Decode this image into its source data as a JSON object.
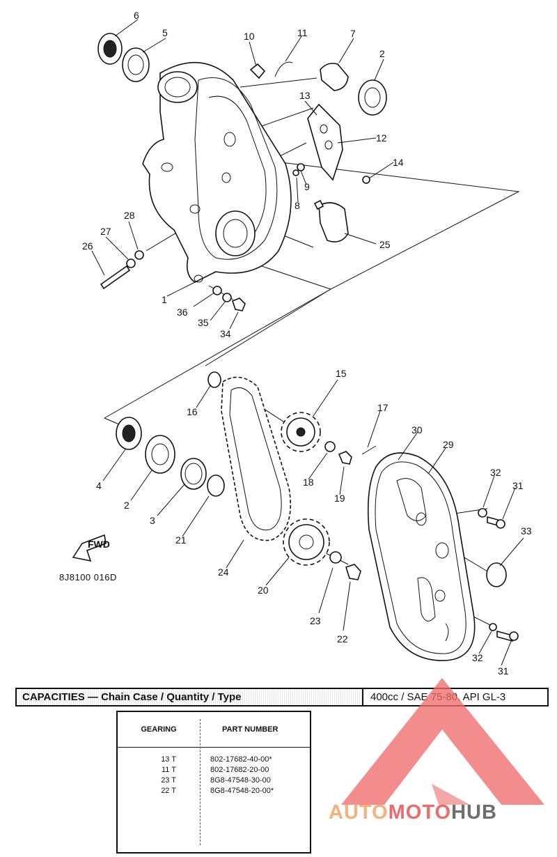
{
  "figure_code": "8J8100 016D",
  "fwd_label": "FWD",
  "callouts": [
    "1",
    "2",
    "3",
    "4",
    "5",
    "6",
    "7",
    "8",
    "9",
    "10",
    "11",
    "12",
    "13",
    "14",
    "15",
    "16",
    "17",
    "18",
    "19",
    "20",
    "21",
    "22",
    "23",
    "24",
    "25",
    "26",
    "27",
    "28",
    "29",
    "30",
    "31",
    "32",
    "33",
    "34",
    "35",
    "36"
  ],
  "capacities": {
    "label": "CAPACITIES — Chain Case / Quantity / Type",
    "value": "400cc / SAE 75-80, API GL-3"
  },
  "gearing_table": {
    "headers": [
      "GEARING",
      "PART NUMBER"
    ],
    "rows": [
      {
        "gearing": "13 T",
        "part_number": "802-17682-40-00*"
      },
      {
        "gearing": "11 T",
        "part_number": "802-17682-20-00"
      },
      {
        "gearing": "23 T",
        "part_number": "8G8-47548-30-00"
      },
      {
        "gearing": "22 T",
        "part_number": "8G8-47548-20-00*"
      }
    ]
  },
  "watermark": {
    "part1": "AUTO",
    "part2": "MOTO",
    "part3": "HUB",
    "colors": {
      "orange": "#f3b27a",
      "red": "#ef6b6b",
      "gray": "#6e6e6e"
    }
  }
}
